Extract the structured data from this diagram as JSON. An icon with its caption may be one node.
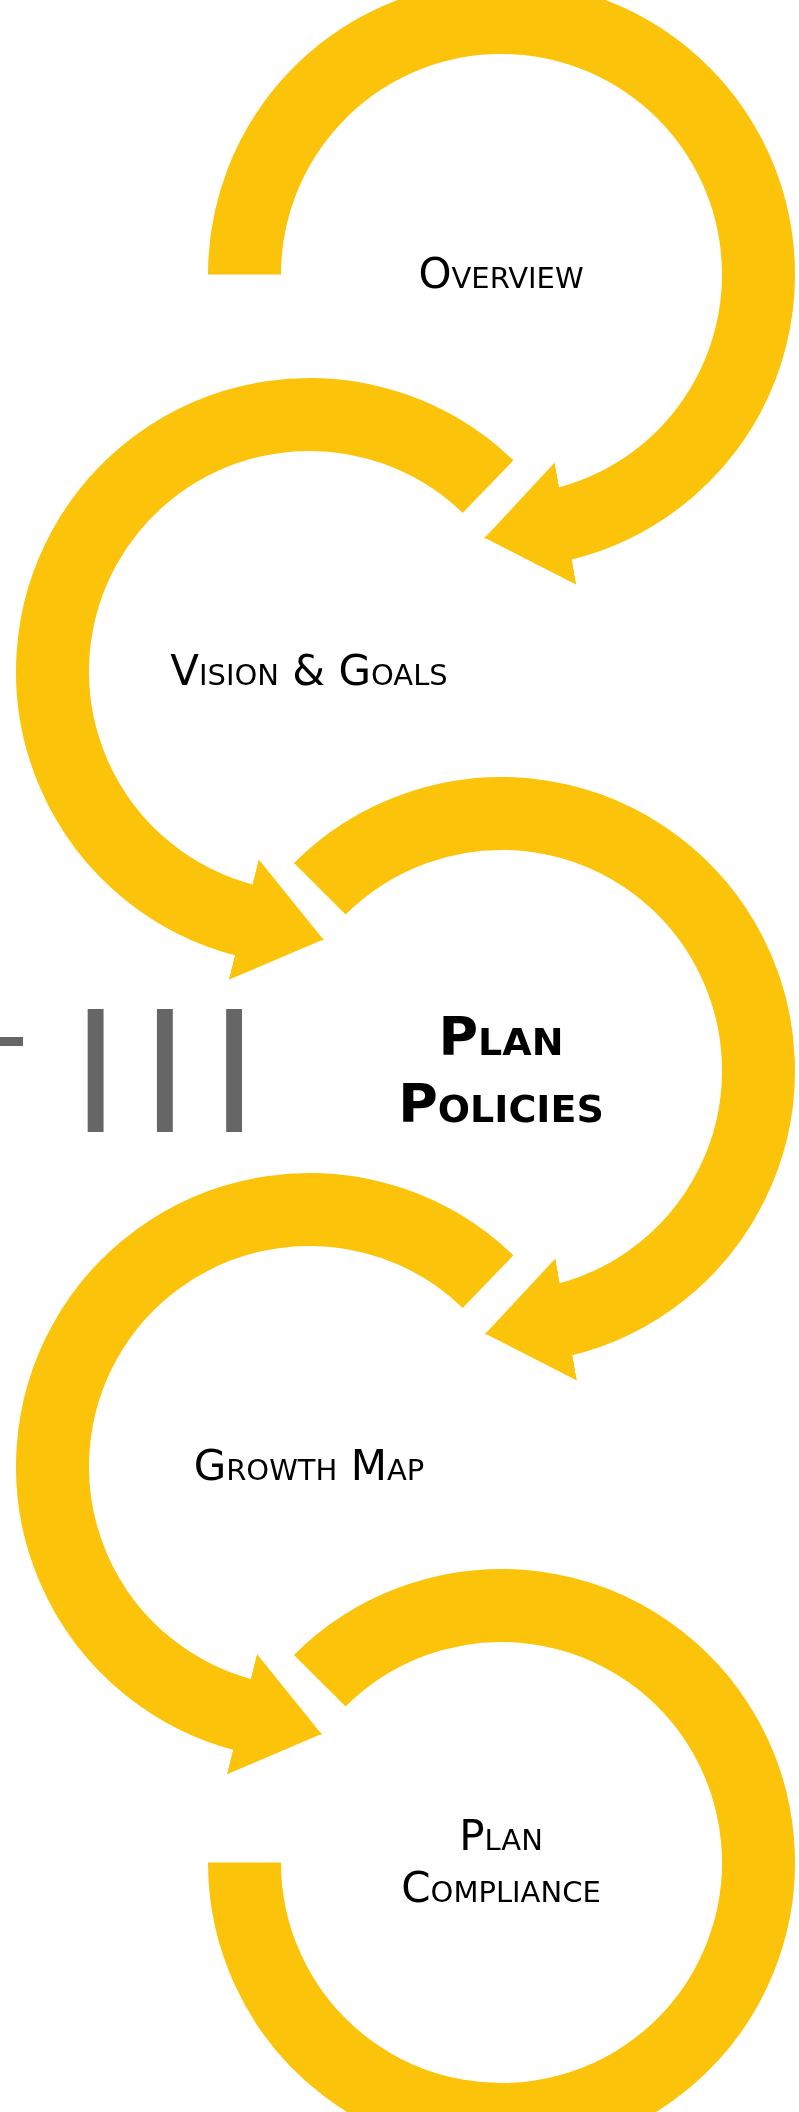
{
  "diagram": {
    "nodes": [
      {
        "text": [
          "Overview"
        ]
      },
      {
        "text": [
          "Vision & Goals"
        ]
      },
      {
        "text": [
          "Plan Policies"
        ]
      },
      {
        "text": [
          "Growth Map"
        ]
      },
      {
        "text": [
          "Plan Compliance"
        ]
      }
    ],
    "edges": [
      {
        "from": 0,
        "to": 1,
        "arrow": "to"
      },
      {
        "from": 1,
        "to": 2,
        "arrow": "to"
      },
      {
        "from": 2,
        "to": 3,
        "arrow": "to"
      },
      {
        "from": 3,
        "to": 4,
        "arrow": "to"
      }
    ],
    "labels": [
      "III"
    ]
  }
}
